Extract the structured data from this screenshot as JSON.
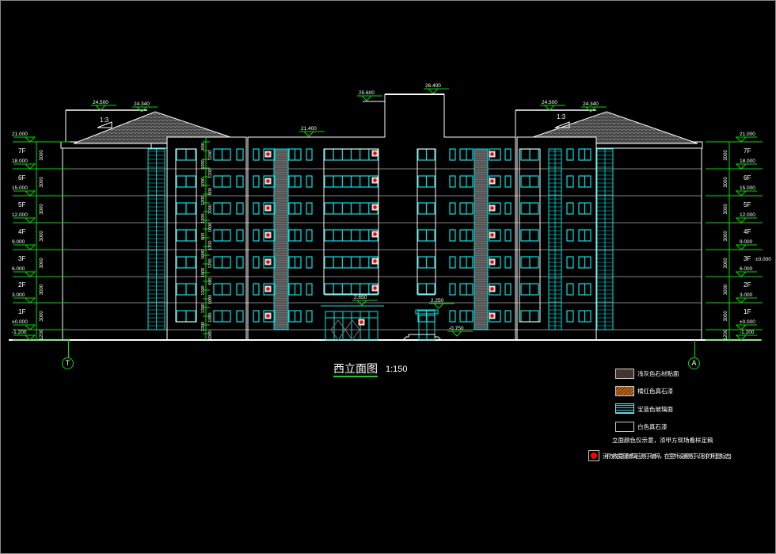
{
  "title": {
    "name": "西立面图",
    "scale": "1:150"
  },
  "roof_levels": {
    "left_parapet": "24.500",
    "left_ridge": "24.340",
    "left_slope": "1:3",
    "right_parapet": "24.500",
    "right_ridge": "24.340",
    "right_slope": "1:3",
    "middle_roof": "21.400",
    "tower_ledge": "25.600",
    "tower_top": "26.400"
  },
  "left_levels": [
    {
      "floor": "",
      "elev": "21.000"
    },
    {
      "floor": "7F",
      "elev": "18.000"
    },
    {
      "floor": "6F",
      "elev": "15.000"
    },
    {
      "floor": "5F",
      "elev": "12.000"
    },
    {
      "floor": "4F",
      "elev": "9.000"
    },
    {
      "floor": "3F",
      "elev": "6.000"
    },
    {
      "floor": "2F",
      "elev": "3.000"
    },
    {
      "floor": "1F",
      "elev": "±0.000"
    },
    {
      "floor": "",
      "elev": "-1.200"
    }
  ],
  "right_levels": [
    {
      "floor": "",
      "elev": "21.000"
    },
    {
      "floor": "7F",
      "elev": "18.000"
    },
    {
      "floor": "6F",
      "elev": "15.000"
    },
    {
      "floor": "5F",
      "elev": "12.000"
    },
    {
      "floor": "4F",
      "elev": "9.000"
    },
    {
      "floor": "3F",
      "elev": "6.000",
      "extra": "±0.000"
    },
    {
      "floor": "2F",
      "elev": "3.000"
    },
    {
      "floor": "1F",
      "elev": "±0.000"
    },
    {
      "floor": "",
      "elev": "-1.200"
    }
  ],
  "storey_dims": [
    "3000",
    "3000",
    "3000",
    "3000",
    "3000",
    "3000",
    "3000",
    "1200"
  ],
  "window_dims": [
    "600",
    "1200",
    "1000",
    "1200",
    "1000",
    "600",
    "1200",
    "1000",
    "1200",
    "1000",
    "600",
    "1200",
    "1000",
    "1200",
    "1000",
    "600",
    "1200",
    "1000",
    "1200",
    "1000",
    "1200",
    "1000"
  ],
  "entrance_levels": {
    "main_canopy": "2.650",
    "side_canopy": "2.250",
    "side_step": "-0.750"
  },
  "axes": {
    "left": "T",
    "right": "A"
  },
  "legend": {
    "items": [
      {
        "label": "浅灰色石材贴面",
        "color": "#3a2a24",
        "pattern": "dots"
      },
      {
        "label": "橘红色真石漆",
        "color": "#b5651d",
        "pattern": "blotch"
      },
      {
        "label": "宝蓝色玻璃面",
        "color": "#00e5e5",
        "pattern": "wave"
      },
      {
        "label": "白色真石漆",
        "color": "#000000",
        "pattern": "none"
      }
    ],
    "note": "立面颜色仅示意，须甲方现场看样定稿",
    "fire_note": "消防救援窗(玻璃应易于破碎，在室外设置易于识别的明显标志)"
  },
  "colors": {
    "line": "#ffffff",
    "glass": "#00e5e5",
    "dim": "#00dd00",
    "marker": "#ff0000",
    "grid": "#808080"
  }
}
